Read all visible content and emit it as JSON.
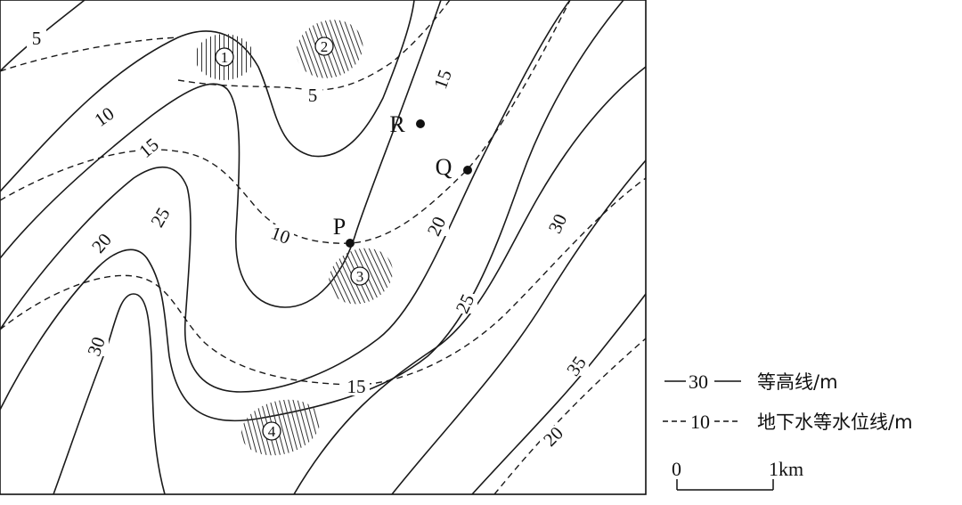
{
  "contour_labels": [
    "5",
    "10",
    "15",
    "20",
    "25",
    "30",
    "25",
    "20",
    "30",
    "35"
  ],
  "water_labels": [
    "5",
    "10",
    "15",
    "20"
  ],
  "points": [
    {
      "name": "P"
    },
    {
      "name": "Q"
    },
    {
      "name": "R"
    }
  ],
  "zones": [
    {
      "id": "zone-1",
      "label": "1"
    },
    {
      "id": "zone-2",
      "label": "2"
    },
    {
      "id": "zone-3",
      "label": "3"
    },
    {
      "id": "zone-4",
      "label": "4"
    }
  ],
  "legend": {
    "contour_value": "30",
    "contour_text": "等高线/m",
    "water_value": "10",
    "water_text": "地下水等水位线/m"
  },
  "scale": {
    "start": "0",
    "end": "1km"
  }
}
